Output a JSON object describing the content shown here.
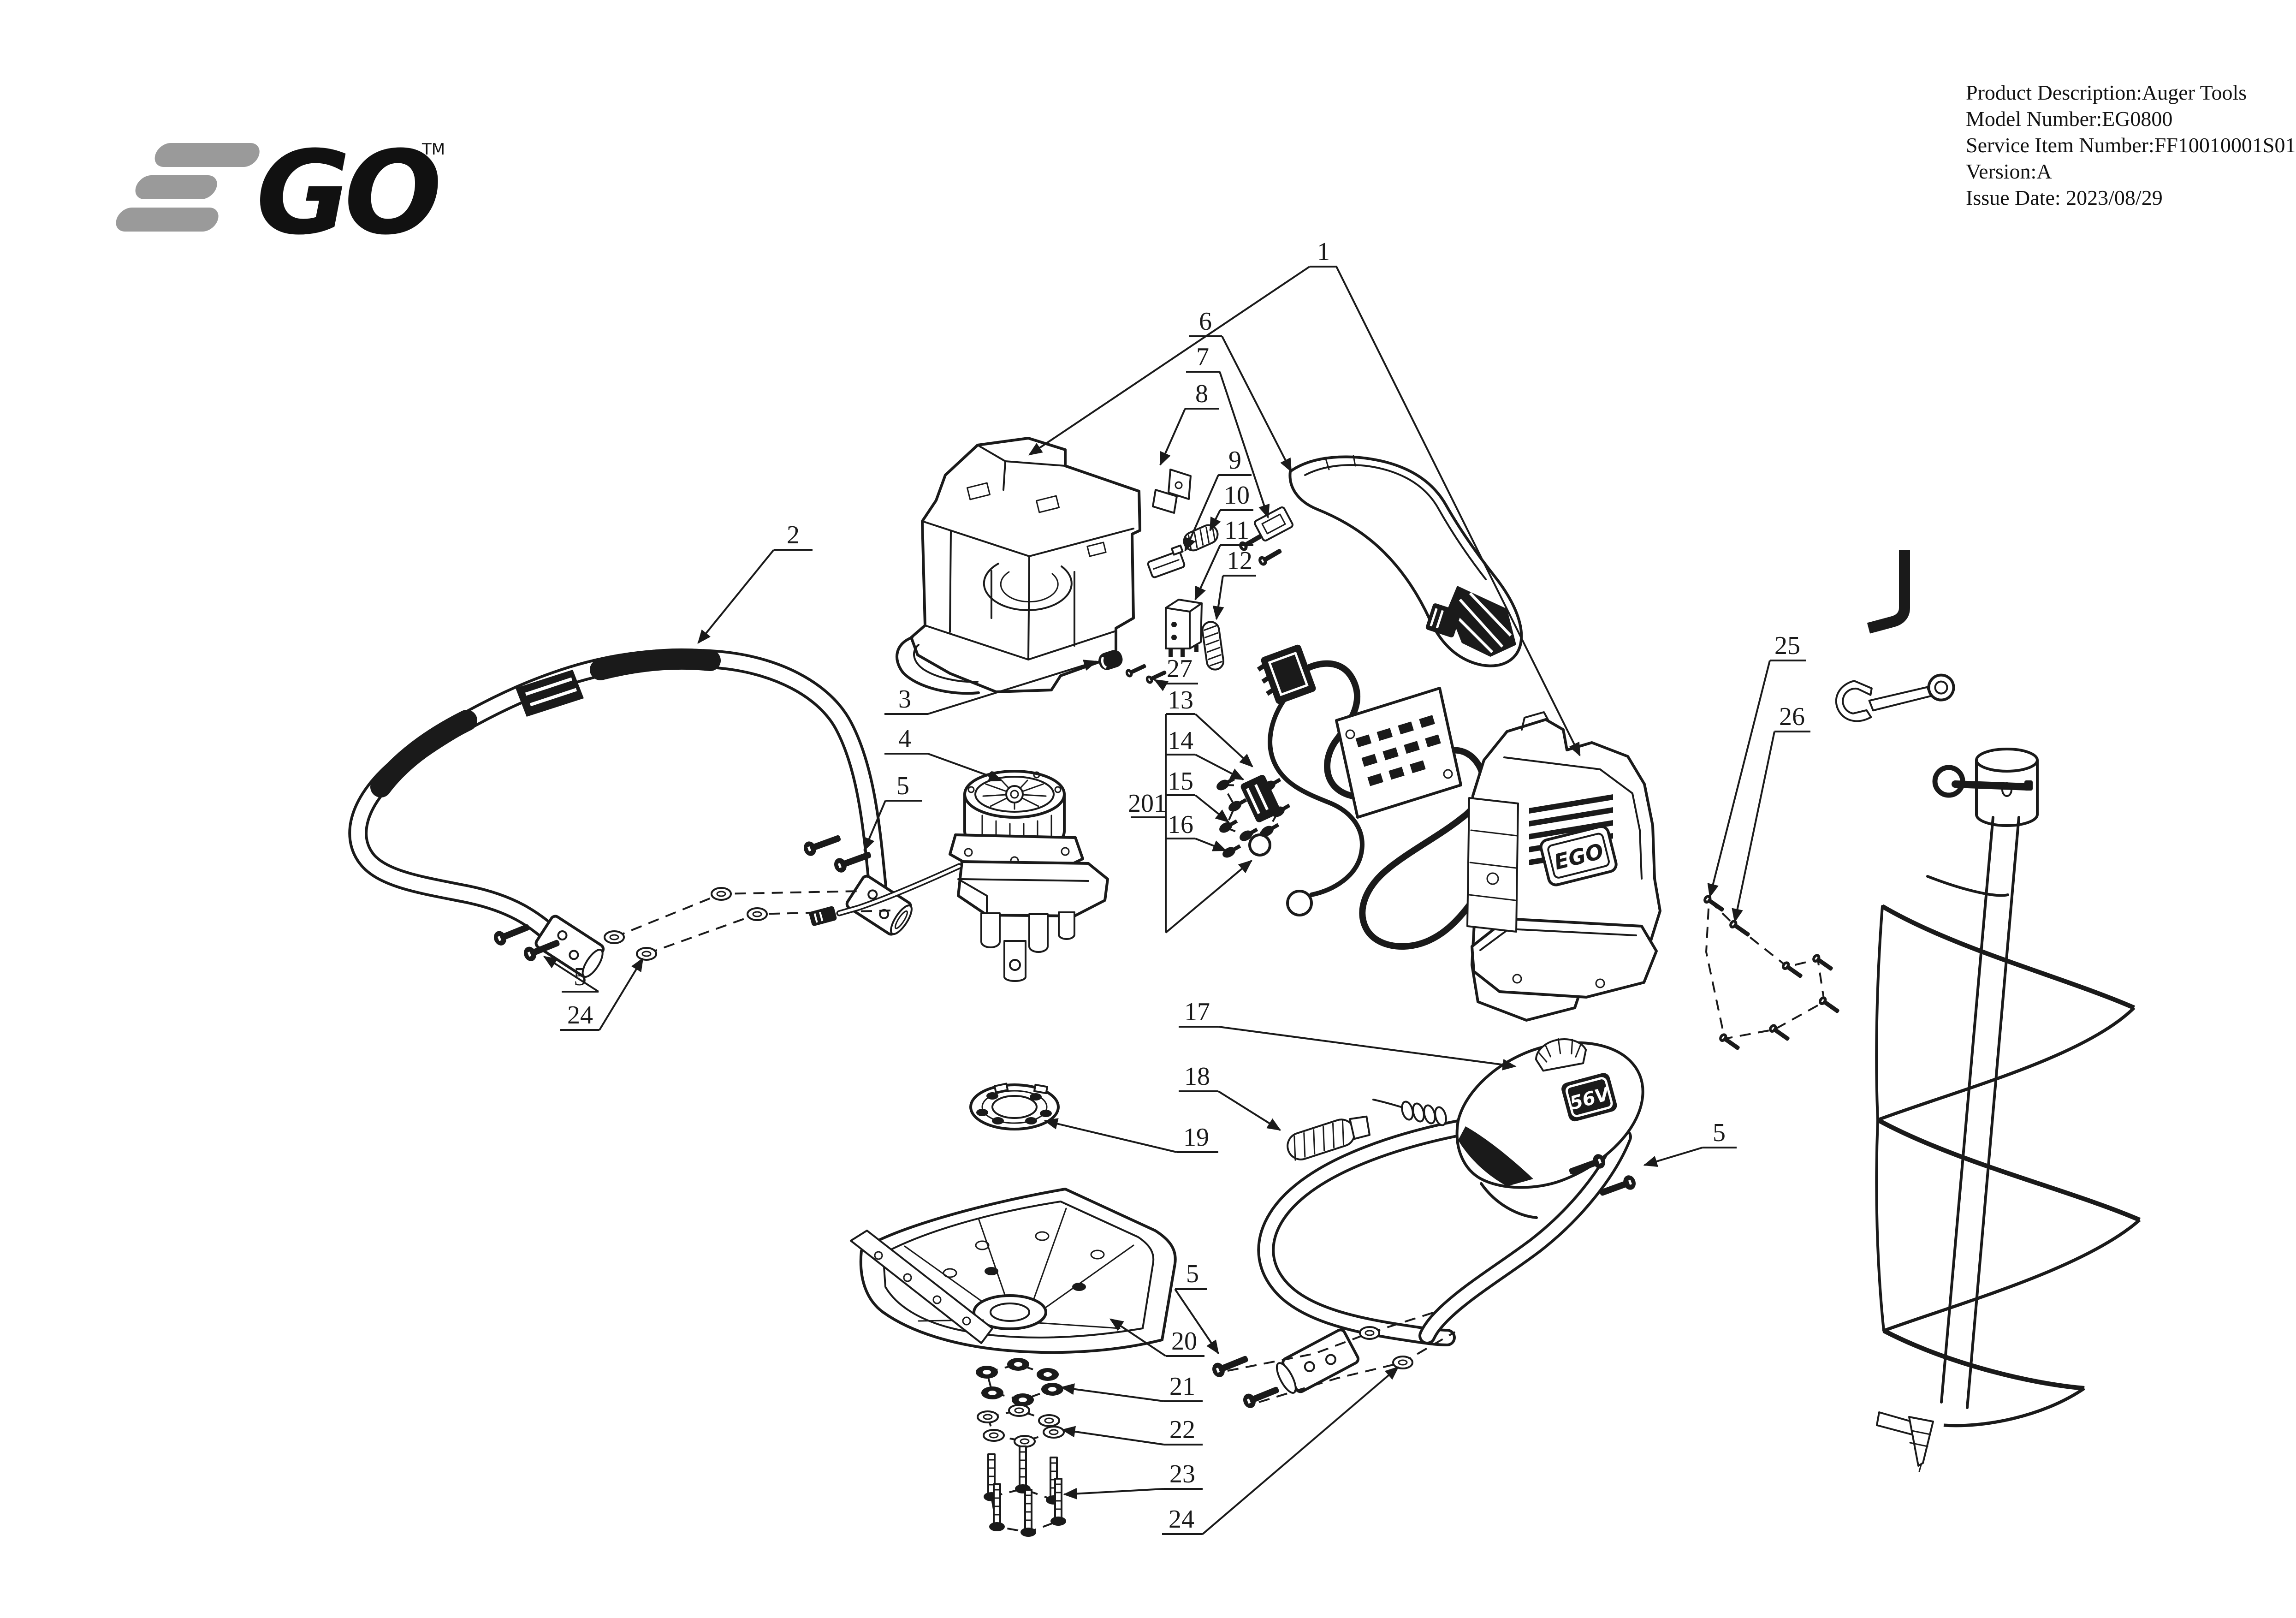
{
  "logo": {
    "brand": "EGO",
    "go": "GO",
    "tm": "TM"
  },
  "product_info": {
    "lines": [
      "Product Description:Auger Tools",
      "Model Number:EG0800",
      "Service Item Number:FF10010001S01",
      "Version:A",
      "Issue Date: 2023/08/29"
    ]
  },
  "part_labels": {
    "battery_badge": "EGO",
    "handle_badge": "56V"
  },
  "callouts": {
    "c1": "1",
    "c2": "2",
    "c3": "3",
    "c4": "4",
    "c5": "5",
    "c6": "6",
    "c7": "7",
    "c8": "8",
    "c9": "9",
    "c10": "10",
    "c11": "11",
    "c12": "12",
    "c13": "13",
    "c14": "14",
    "c15": "15",
    "c16": "16",
    "c17": "17",
    "c18": "18",
    "c19": "19",
    "c20": "20",
    "c21": "21",
    "c22": "22",
    "c23": "23",
    "c24": "24",
    "c25": "25",
    "c26": "26",
    "c27": "27",
    "c201": "201"
  }
}
